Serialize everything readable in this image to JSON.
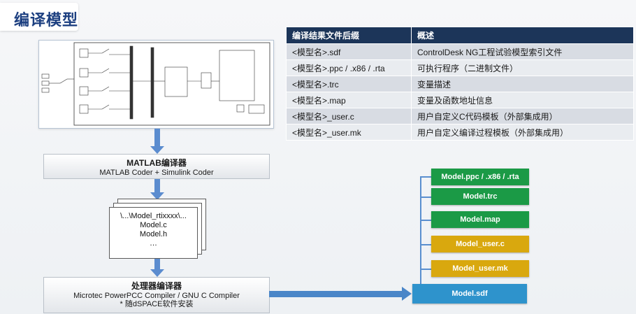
{
  "page": {
    "title": "编译模型"
  },
  "compiler1": {
    "title": "MATLAB编译器",
    "subtitle": "MATLAB Coder + Simulink Coder"
  },
  "files": {
    "lines": [
      "\\...\\Model_rtixxxx\\...",
      "Model.c",
      "Model.h",
      "…"
    ]
  },
  "compiler2": {
    "title": "处理器编译器",
    "subtitle": "Microtec PowerPCC Compiler / GNU C Compiler",
    "note": "* 随dSPACE软件安装"
  },
  "table": {
    "headers": [
      "编译结果文件后缀",
      "概述"
    ],
    "rows": [
      [
        "<模型名>.sdf",
        "ControlDesk NG工程试验模型索引文件"
      ],
      [
        "<模型名>.ppc / .x86 / .rta",
        "可执行程序（二进制文件）"
      ],
      [
        "<模型名>.trc",
        "变量描述"
      ],
      [
        "<模型名>.map",
        "变量及函数地址信息"
      ],
      [
        "<模型名>_user.c",
        "用户自定义C代码模板（外部集成用）"
      ],
      [
        "<模型名>_user.mk",
        "用户自定义编译过程模板（外部集成用）"
      ]
    ]
  },
  "outputs": {
    "ppc": "Model.ppc / .x86 / .rta",
    "trc": "Model.trc",
    "map": "Model.map",
    "user_c": "Model_user.c",
    "user_mk": "Model_user.mk",
    "sdf": "Model.sdf"
  },
  "colors": {
    "green": "#1b9a46",
    "gold": "#d9a80e",
    "blue": "#2e93cc",
    "header": "#1c3559"
  }
}
